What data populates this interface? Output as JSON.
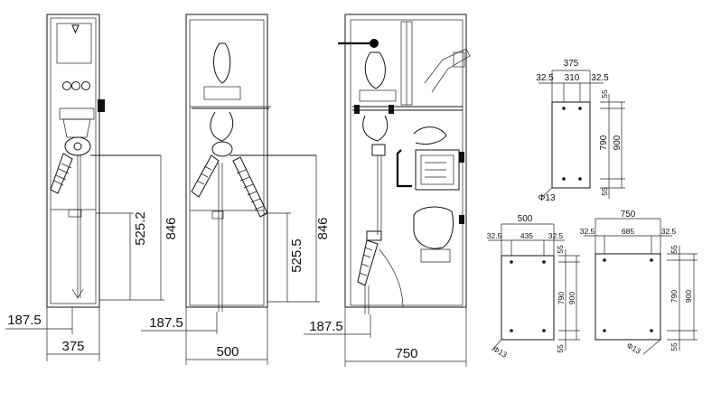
{
  "cabinet_small": {
    "width": "375",
    "offset": "187.5",
    "height_inner": "525.2",
    "height_total": "846"
  },
  "cabinet_medium": {
    "width": "500",
    "offset": "187.5",
    "height_inner": "525.5",
    "height_total": "846"
  },
  "cabinet_large": {
    "width": "750",
    "offset": "187.5"
  },
  "plan_375": {
    "overall": "375",
    "side_left": "32.5",
    "center": "310",
    "side_right": "32.5",
    "top_gap": "55",
    "holes_vertical": "790",
    "depth": "900",
    "bottom_gap": "55",
    "hole": "Φ13"
  },
  "plan_500": {
    "overall": "500",
    "side_left": "32.5",
    "center": "435",
    "side_right": "32.5",
    "top_gap": "55",
    "holes_vertical": "790",
    "depth": "900",
    "bottom_gap": "55",
    "hole": "Φ13"
  },
  "plan_750": {
    "overall": "750",
    "side_left": "32.5",
    "center": "685",
    "side_right": "32.5",
    "top_gap": "55",
    "holes_vertical": "790",
    "depth": "900",
    "bottom_gap": "55",
    "hole": "Φ13"
  }
}
